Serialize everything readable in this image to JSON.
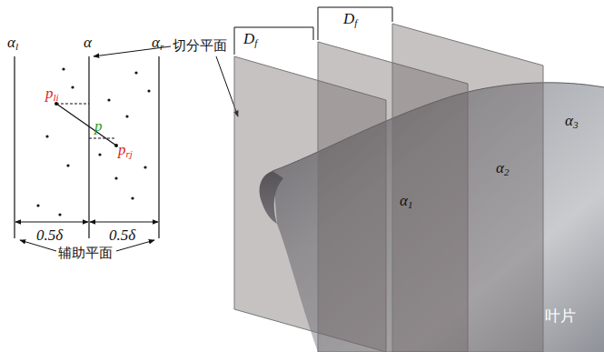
{
  "diagram": {
    "labels": [
      "切分平面",
      "Df",
      "Df",
      "αl",
      "α",
      "αr",
      "pli",
      "p",
      "prj",
      "0.5δ",
      "0.5δ",
      "辅助平面",
      "α1",
      "α2",
      "α3",
      "叶片"
    ]
  }
}
